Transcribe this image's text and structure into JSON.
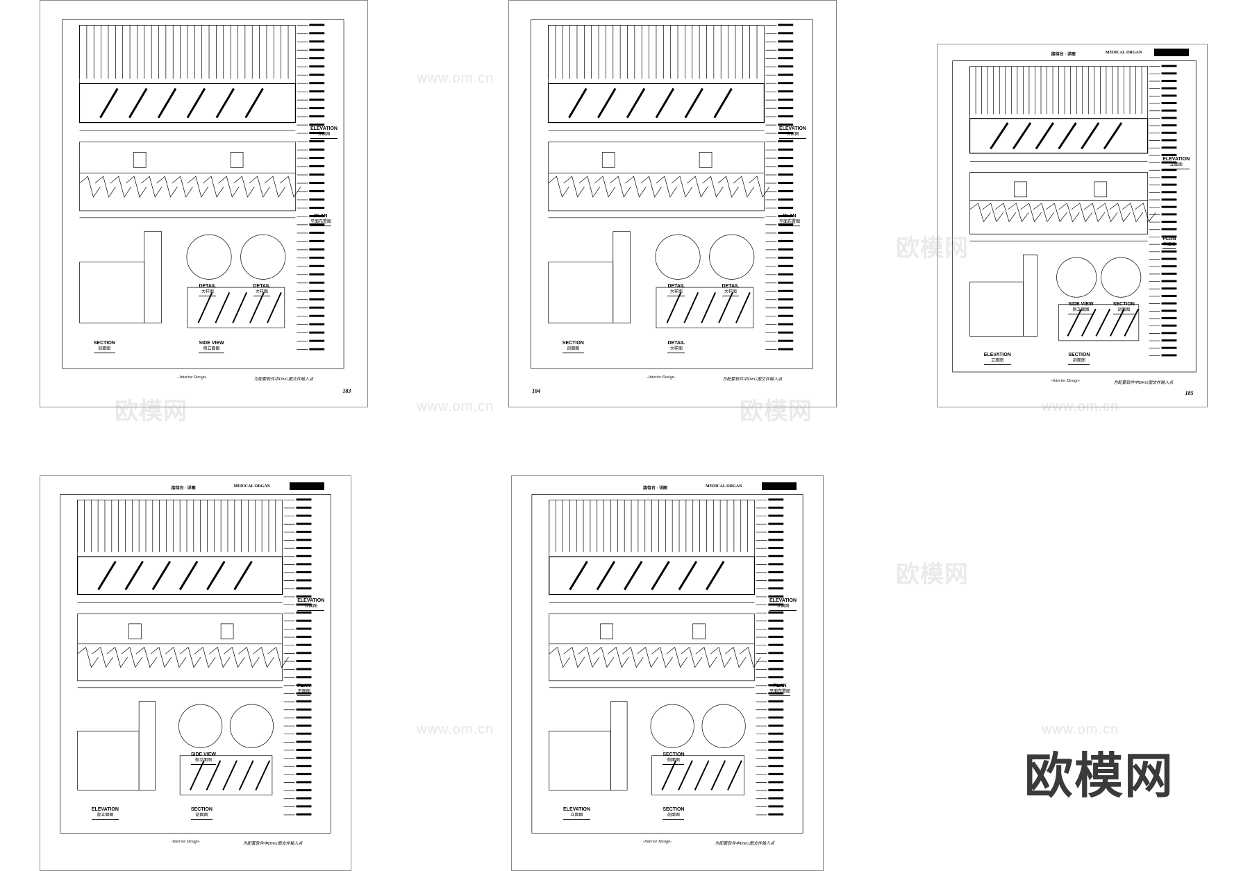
{
  "sheets": [
    {
      "id": "s183",
      "page": "183",
      "header": "",
      "labels": [
        [
          "ELEVATION",
          "立面图"
        ],
        [
          "PLAN",
          "平面布置图"
        ],
        [
          "SECTION",
          "剖面图"
        ],
        [
          "SIDE VIEW",
          "侧立面图"
        ],
        [
          "DETAIL",
          "大样图"
        ],
        [
          "DETAIL",
          "大样图"
        ]
      ],
      "footer_left": "-Interior Design-",
      "footer_right": "为配套软件中DWG图文件输入点"
    },
    {
      "id": "s184",
      "page": "184",
      "header": "",
      "labels": [
        [
          "ELEVATION",
          "立面图"
        ],
        [
          "PLAN",
          "平面布置图"
        ],
        [
          "SECTION",
          "剖面图"
        ],
        [
          "DETAIL",
          "大样图"
        ],
        [
          "DETAIL",
          "大样图"
        ],
        [
          "DETAIL",
          "大样图"
        ]
      ],
      "footer_left": "-Interior Design-",
      "footer_right": "为配套软件中DWG图文件输入点"
    },
    {
      "id": "s185",
      "page": "185",
      "header": "接待台 · 详图",
      "header_en": "MEDICAL ORGAN",
      "labels": [
        [
          "ELEVATION",
          "立面图"
        ],
        [
          "PLAN",
          "平面图"
        ],
        [
          "ELEVATION",
          "立面图"
        ],
        [
          "SECTION",
          "剖面图"
        ],
        [
          "SIDE VIEW",
          "侧立面图"
        ],
        [
          "SECTION",
          "剖面图"
        ]
      ],
      "footer_left": "-Interior Design-",
      "footer_right": "为配套软件中DWG图文件输入点"
    },
    {
      "id": "s186",
      "page": "",
      "header": "接待台 · 详图",
      "header_en": "MEDICAL ORGAN",
      "labels": [
        [
          "ELEVATION",
          "立面图"
        ],
        [
          "PLAN",
          "平面图"
        ],
        [
          "ELEVATION",
          "背立面图"
        ],
        [
          "SECTION",
          "剖面图"
        ],
        [
          "SIDE VIEW",
          "侧立面图"
        ]
      ],
      "footer_left": "-Interior Design-",
      "footer_right": "为配套软件中DWG图文件输入点"
    },
    {
      "id": "s187",
      "page": "",
      "header": "接待台 · 详图",
      "header_en": "MEDICAL ORGAN",
      "labels": [
        [
          "ELEVATION",
          "立面图"
        ],
        [
          "PLAN",
          "平面布置图"
        ],
        [
          "ELEVATION",
          "立面图"
        ],
        [
          "SECTION",
          "剖面图"
        ],
        [
          "SECTION",
          "侧面图"
        ]
      ],
      "footer_left": "-Interior Design-",
      "footer_right": "为配套软件中DWG图文件输入点"
    }
  ],
  "watermarks": {
    "url": "www.om.cn",
    "brand": "欧模网"
  },
  "logo": "欧模网"
}
